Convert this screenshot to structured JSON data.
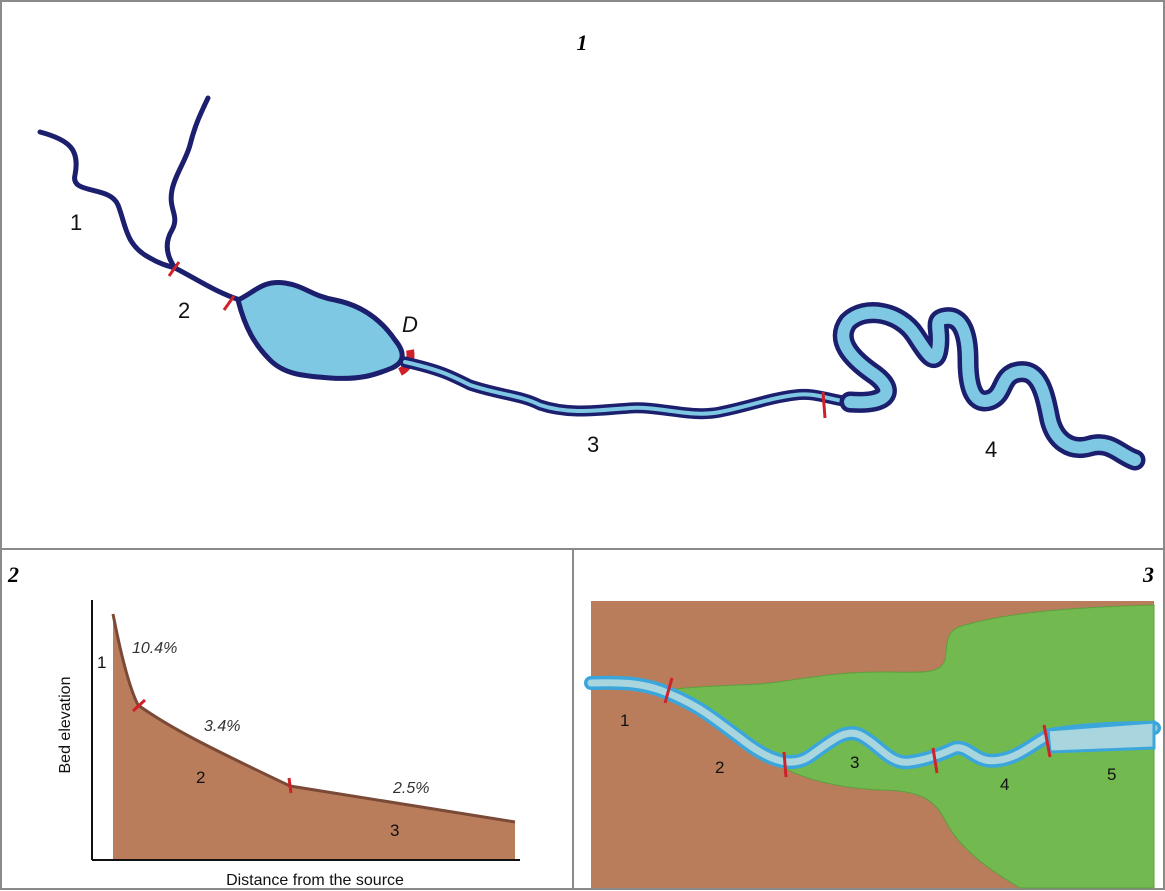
{
  "panels": {
    "panel1": {
      "number": "1",
      "labels": {
        "seg1": "1",
        "seg2": "2",
        "dam": "D",
        "seg3": "3",
        "seg4": "4"
      }
    },
    "panel2": {
      "number": "2",
      "y_axis_title": "Bed elevation",
      "x_axis_title": "Distance from the source",
      "labels": {
        "seg1": "1",
        "seg2": "2",
        "seg3": "3"
      },
      "slopes": {
        "seg1": "10.4%",
        "seg2": "3.4%",
        "seg3": "2.5%"
      }
    },
    "panel3": {
      "number": "3",
      "labels": {
        "seg1": "1",
        "seg2": "2",
        "seg3": "3",
        "seg4": "4",
        "seg5": "5"
      }
    }
  },
  "colors": {
    "river_outline": "#1b1f6e",
    "water": "#7ec8e3",
    "marker": "#d0212a",
    "bed": "#b97d5b",
    "vegetation": "#72b94f",
    "panel3_river": "#3ba6dc",
    "panel3_water": "#a8d5de"
  }
}
